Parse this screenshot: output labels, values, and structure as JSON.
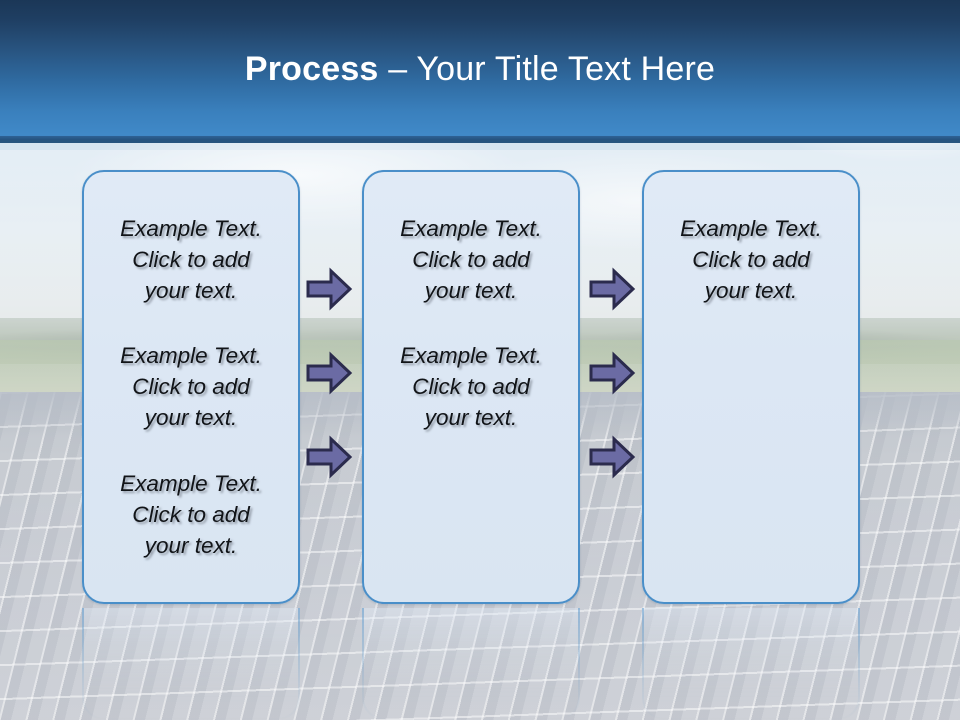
{
  "slide": {
    "title_bold": "Process",
    "title_rest": " – Your Title Text Here",
    "background_description": "solar-panel-field-photo",
    "colors": {
      "header_top": "#1b3757",
      "header_bottom": "#4089c8",
      "box_fill": "#dce7f4",
      "box_border": "#4a8fc9",
      "arrow_fill": "#6b6ba4",
      "arrow_border": "#2b2b4d",
      "title_text": "#ffffff",
      "body_text": "#111418"
    }
  },
  "boxes": [
    {
      "id": "box-1",
      "blocks": [
        "Example Text.\nClick  to add\nyour text.",
        "Example Text.\nClick  to add\nyour text.",
        "Example Text.\nClick  to add\nyour text."
      ]
    },
    {
      "id": "box-2",
      "blocks": [
        "Example Text.\nClick  to add\nyour text.",
        "Example Text.\nClick  to add\nyour text."
      ]
    },
    {
      "id": "box-3",
      "blocks": [
        "Example Text.\nClick  to add\nyour text."
      ]
    }
  ],
  "arrows": {
    "icon": "right-block-arrow-icon",
    "count": 6,
    "columns": [
      {
        "name": "gap-1",
        "rows": 3
      },
      {
        "name": "gap-2",
        "rows": 3
      }
    ]
  }
}
